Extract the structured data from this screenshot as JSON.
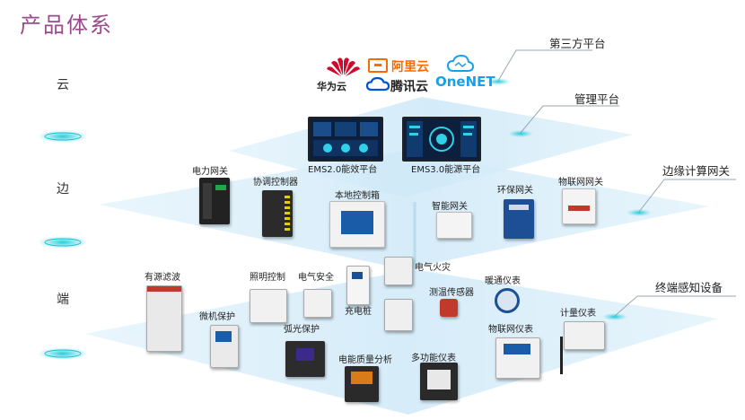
{
  "title": "产品体系",
  "layers": {
    "cloud": "云",
    "edge": "边",
    "end": "端"
  },
  "callouts": {
    "third_party": "第三方平台",
    "management": "管理平台",
    "edge_gateway": "边缘计算网关",
    "terminal": "终端感知设备"
  },
  "cloud_logos": {
    "huawei": "华为云",
    "aliyun": "阿里云",
    "tencent": "腾讯云",
    "onenet": "OneNET"
  },
  "platforms": {
    "ems2": "EMS2.0能效平台",
    "ems3": "EMS3.0能源平台"
  },
  "edge_devices": {
    "power_gateway": "电力网关",
    "coord_controller": "协调控制器",
    "local_control_box": "本地控制箱",
    "smart_gateway": "智能网关",
    "env_gateway": "环保网关",
    "iot_gateway": "物联网网关"
  },
  "end_devices": {
    "active_filter": "有源滤波",
    "lighting_control": "照明控制",
    "electrical_safety": "电气安全",
    "charging_pile": "充电桩",
    "electrical_fire": "电气火灾",
    "temp_sensor": "测温传感器",
    "hvac_meter": "暖通仪表",
    "micro_protection": "微机保护",
    "arc_protection": "弧光保护",
    "iot_meter": "物联网仪表",
    "metering_meter": "计量仪表",
    "power_quality": "电能质量分析",
    "multifunction_meter": "多功能仪表"
  },
  "colors": {
    "title": "#9b4a8c",
    "layer_fill": "#cfe9f8",
    "accent": "#12c5d6",
    "huawei_red": "#cf0a2c",
    "aliyun_orange": "#ff6a00",
    "tencent_blue": "#0052d9",
    "onenet_blue": "#1aa0e8"
  }
}
